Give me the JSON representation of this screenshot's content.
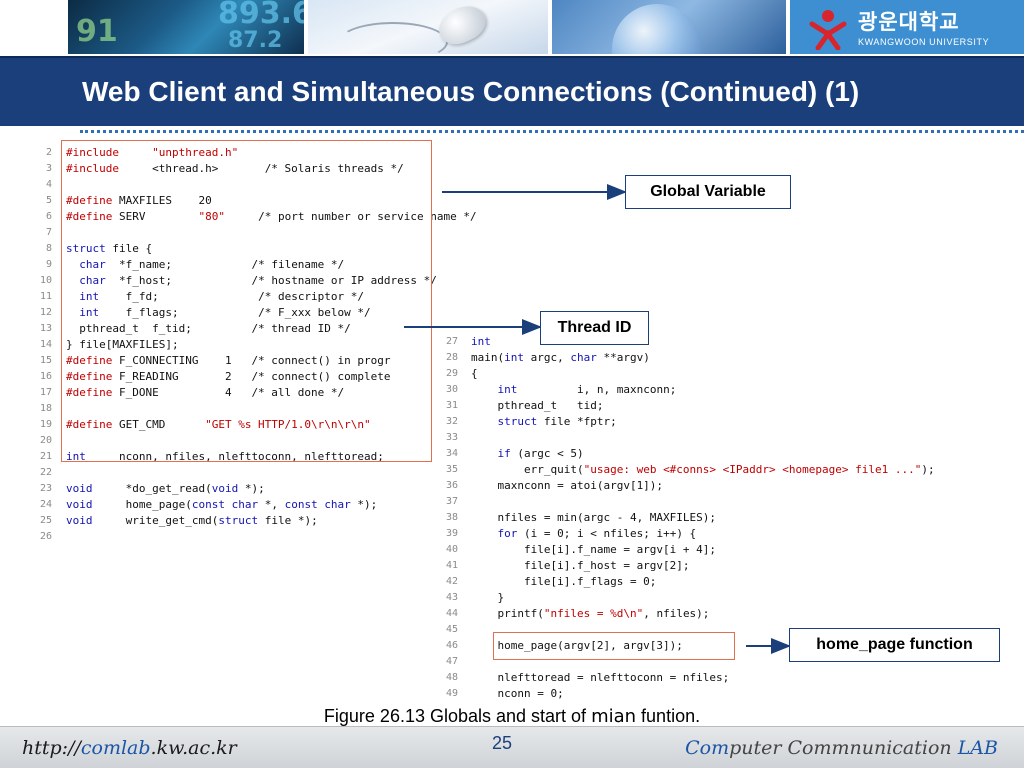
{
  "header": {
    "stock_numbers": [
      "91",
      "893.6",
      "87.2"
    ],
    "logo_korean": "광운대학교",
    "logo_english": "KWANGWOON UNIVERSITY",
    "title": "Web Client and Simultaneous Connections (Continued) (1)",
    "brand_color": "#1b3f7a"
  },
  "code_left": [
    {
      "n": "2",
      "t": [
        {
          "c": "pp",
          "s": "#include"
        },
        {
          "c": "",
          "s": "     "
        },
        {
          "c": "str",
          "s": "\"unpthread.h\""
        }
      ]
    },
    {
      "n": "3",
      "t": [
        {
          "c": "pp",
          "s": "#include"
        },
        {
          "c": "",
          "s": "     <thread.h>       "
        },
        {
          "c": "cm",
          "s": "/* Solaris threads */"
        }
      ]
    },
    {
      "n": "4",
      "t": []
    },
    {
      "n": "5",
      "t": [
        {
          "c": "pp",
          "s": "#define"
        },
        {
          "c": "",
          "s": " MAXFILES    20"
        }
      ]
    },
    {
      "n": "6",
      "t": [
        {
          "c": "pp",
          "s": "#define"
        },
        {
          "c": "",
          "s": " SERV        "
        },
        {
          "c": "str",
          "s": "\"80\""
        },
        {
          "c": "",
          "s": "     "
        },
        {
          "c": "cm",
          "s": "/* port number or service name */"
        }
      ]
    },
    {
      "n": "7",
      "t": []
    },
    {
      "n": "8",
      "t": [
        {
          "c": "kw",
          "s": "struct"
        },
        {
          "c": "",
          "s": " file {"
        }
      ]
    },
    {
      "n": "9",
      "t": [
        {
          "c": "",
          "s": "  "
        },
        {
          "c": "kw",
          "s": "char"
        },
        {
          "c": "",
          "s": "  *f_name;            "
        },
        {
          "c": "cm",
          "s": "/* filename */"
        }
      ]
    },
    {
      "n": "10",
      "t": [
        {
          "c": "",
          "s": "  "
        },
        {
          "c": "kw",
          "s": "char"
        },
        {
          "c": "",
          "s": "  *f_host;            "
        },
        {
          "c": "cm",
          "s": "/* hostname or IP address */"
        }
      ]
    },
    {
      "n": "11",
      "t": [
        {
          "c": "",
          "s": "  "
        },
        {
          "c": "kw",
          "s": "int"
        },
        {
          "c": "",
          "s": "    f_fd;               "
        },
        {
          "c": "cm",
          "s": "/* descriptor */"
        }
      ]
    },
    {
      "n": "12",
      "t": [
        {
          "c": "",
          "s": "  "
        },
        {
          "c": "kw",
          "s": "int"
        },
        {
          "c": "",
          "s": "    f_flags;            "
        },
        {
          "c": "cm",
          "s": "/* F_xxx below */"
        }
      ]
    },
    {
      "n": "13",
      "t": [
        {
          "c": "",
          "s": "  pthread_t  f_tid;         "
        },
        {
          "c": "cm",
          "s": "/* thread ID */"
        }
      ]
    },
    {
      "n": "14",
      "t": [
        {
          "c": "",
          "s": "} file[MAXFILES];"
        }
      ]
    },
    {
      "n": "15",
      "t": [
        {
          "c": "pp",
          "s": "#define"
        },
        {
          "c": "",
          "s": " F_CONNECTING    1   "
        },
        {
          "c": "cm",
          "s": "/* connect() in progr"
        }
      ]
    },
    {
      "n": "16",
      "t": [
        {
          "c": "pp",
          "s": "#define"
        },
        {
          "c": "",
          "s": " F_READING       2   "
        },
        {
          "c": "cm",
          "s": "/* connect() complete"
        }
      ]
    },
    {
      "n": "17",
      "t": [
        {
          "c": "pp",
          "s": "#define"
        },
        {
          "c": "",
          "s": " F_DONE          4   "
        },
        {
          "c": "cm",
          "s": "/* all done */"
        }
      ]
    },
    {
      "n": "18",
      "t": []
    },
    {
      "n": "19",
      "t": [
        {
          "c": "pp",
          "s": "#define"
        },
        {
          "c": "",
          "s": " GET_CMD      "
        },
        {
          "c": "str",
          "s": "\"GET %s HTTP/1.0\\r\\n\\r\\n\""
        }
      ]
    },
    {
      "n": "20",
      "t": []
    },
    {
      "n": "21",
      "t": [
        {
          "c": "kw",
          "s": "int"
        },
        {
          "c": "",
          "s": "     nconn, nfiles, nlefttoconn, nlefttoread;"
        }
      ]
    },
    {
      "n": "22",
      "t": []
    },
    {
      "n": "23",
      "t": [
        {
          "c": "kw",
          "s": "void"
        },
        {
          "c": "",
          "s": "     *do_get_read("
        },
        {
          "c": "kw",
          "s": "void"
        },
        {
          "c": "",
          "s": " *);"
        }
      ]
    },
    {
      "n": "24",
      "t": [
        {
          "c": "kw",
          "s": "void"
        },
        {
          "c": "",
          "s": "     home_page("
        },
        {
          "c": "kw",
          "s": "const char"
        },
        {
          "c": "",
          "s": " *, "
        },
        {
          "c": "kw",
          "s": "const char"
        },
        {
          "c": "",
          "s": " *);"
        }
      ]
    },
    {
      "n": "25",
      "t": [
        {
          "c": "kw",
          "s": "void"
        },
        {
          "c": "",
          "s": "     write_get_cmd("
        },
        {
          "c": "kw",
          "s": "struct"
        },
        {
          "c": "",
          "s": " file *);"
        }
      ]
    },
    {
      "n": "26",
      "t": []
    }
  ],
  "code_right": [
    {
      "n": "27",
      "t": [
        {
          "c": "kw",
          "s": "int"
        }
      ]
    },
    {
      "n": "28",
      "t": [
        {
          "c": "",
          "s": "main("
        },
        {
          "c": "kw",
          "s": "int"
        },
        {
          "c": "",
          "s": " argc, "
        },
        {
          "c": "kw",
          "s": "char"
        },
        {
          "c": "",
          "s": " **argv)"
        }
      ]
    },
    {
      "n": "29",
      "t": [
        {
          "c": "",
          "s": "{"
        }
      ]
    },
    {
      "n": "30",
      "t": [
        {
          "c": "",
          "s": "    "
        },
        {
          "c": "kw",
          "s": "int"
        },
        {
          "c": "",
          "s": "         i, n, maxnconn;"
        }
      ]
    },
    {
      "n": "31",
      "t": [
        {
          "c": "",
          "s": "    pthread_t   tid;"
        }
      ]
    },
    {
      "n": "32",
      "t": [
        {
          "c": "",
          "s": "    "
        },
        {
          "c": "kw",
          "s": "struct"
        },
        {
          "c": "",
          "s": " file *fptr;"
        }
      ]
    },
    {
      "n": "33",
      "t": []
    },
    {
      "n": "34",
      "t": [
        {
          "c": "",
          "s": "    "
        },
        {
          "c": "kw",
          "s": "if"
        },
        {
          "c": "",
          "s": " (argc < 5)"
        }
      ]
    },
    {
      "n": "35",
      "t": [
        {
          "c": "",
          "s": "        err_quit("
        },
        {
          "c": "str",
          "s": "\"usage: web <#conns> <IPaddr> <homepage> file1 ...\""
        },
        {
          "c": "",
          "s": ");"
        }
      ]
    },
    {
      "n": "36",
      "t": [
        {
          "c": "",
          "s": "    maxnconn = atoi(argv[1]);"
        }
      ]
    },
    {
      "n": "37",
      "t": []
    },
    {
      "n": "38",
      "t": [
        {
          "c": "",
          "s": "    nfiles = min(argc - 4, MAXFILES);"
        }
      ]
    },
    {
      "n": "39",
      "t": [
        {
          "c": "",
          "s": "    "
        },
        {
          "c": "kw",
          "s": "for"
        },
        {
          "c": "",
          "s": " (i = 0; i < nfiles; i++) {"
        }
      ]
    },
    {
      "n": "40",
      "t": [
        {
          "c": "",
          "s": "        file[i].f_name = argv[i + 4];"
        }
      ]
    },
    {
      "n": "41",
      "t": [
        {
          "c": "",
          "s": "        file[i].f_host = argv[2];"
        }
      ]
    },
    {
      "n": "42",
      "t": [
        {
          "c": "",
          "s": "        file[i].f_flags = 0;"
        }
      ]
    },
    {
      "n": "43",
      "t": [
        {
          "c": "",
          "s": "    }"
        }
      ]
    },
    {
      "n": "44",
      "t": [
        {
          "c": "",
          "s": "    printf("
        },
        {
          "c": "str",
          "s": "\"nfiles = %d\\n\""
        },
        {
          "c": "",
          "s": ", nfiles);"
        }
      ]
    },
    {
      "n": "45",
      "t": []
    },
    {
      "n": "46",
      "t": [
        {
          "c": "",
          "s": "    home_page(argv[2], argv[3]);"
        }
      ]
    },
    {
      "n": "47",
      "t": []
    },
    {
      "n": "48",
      "t": [
        {
          "c": "",
          "s": "    nlefttoread = nlefttoconn = nfiles;"
        }
      ]
    },
    {
      "n": "49",
      "t": [
        {
          "c": "",
          "s": "    nconn = 0;"
        }
      ]
    }
  ],
  "callouts": {
    "global": "Global Variable",
    "thread": "Thread ID",
    "homepage": "home_page function"
  },
  "caption": {
    "prefix": "Figure 26.13 Globals and start of ",
    "func": "mian",
    "suffix": " funtion."
  },
  "footer": {
    "url_a": "http://",
    "url_b": "comlab",
    "url_c": ".kw.ac.kr",
    "page": "25",
    "lab_a": "Com",
    "lab_b": "puter Commnunication ",
    "lab_c": "LAB"
  }
}
